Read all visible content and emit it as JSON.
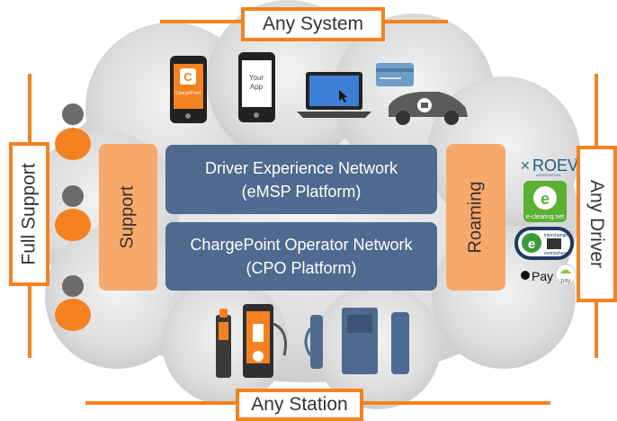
{
  "top_label": "Any System",
  "bottom_label": "Any Station",
  "left_label": "Full Support",
  "right_label": "Any Driver",
  "support_label": "Support",
  "roaming_label": "Roaming",
  "driver_network": {
    "line1": "Driver Experience Network",
    "line2": "(eMSP Platform)"
  },
  "operator_network": {
    "line1": "ChargePoint Operator Network",
    "line2": "(CPO Platform)"
  },
  "devices": {
    "chargepoint_app_label": "ChargePoint",
    "your_app_line1": "Your",
    "your_app_line2": "App"
  },
  "partners": {
    "roev": "ROEV",
    "roev_tm": "™",
    "roev_sub": "ASSOCIATION",
    "eclearing": "e-clearing.net",
    "interchange_top": "interchange",
    "interchange_bottom": "everywhere",
    "apple_pay": "Pay",
    "android_pay": "pay"
  },
  "colors": {
    "accent": "#f58220",
    "network_box": "#4e6a8f",
    "panel": "#f7a86b",
    "cloud": "#d5d5d5"
  }
}
